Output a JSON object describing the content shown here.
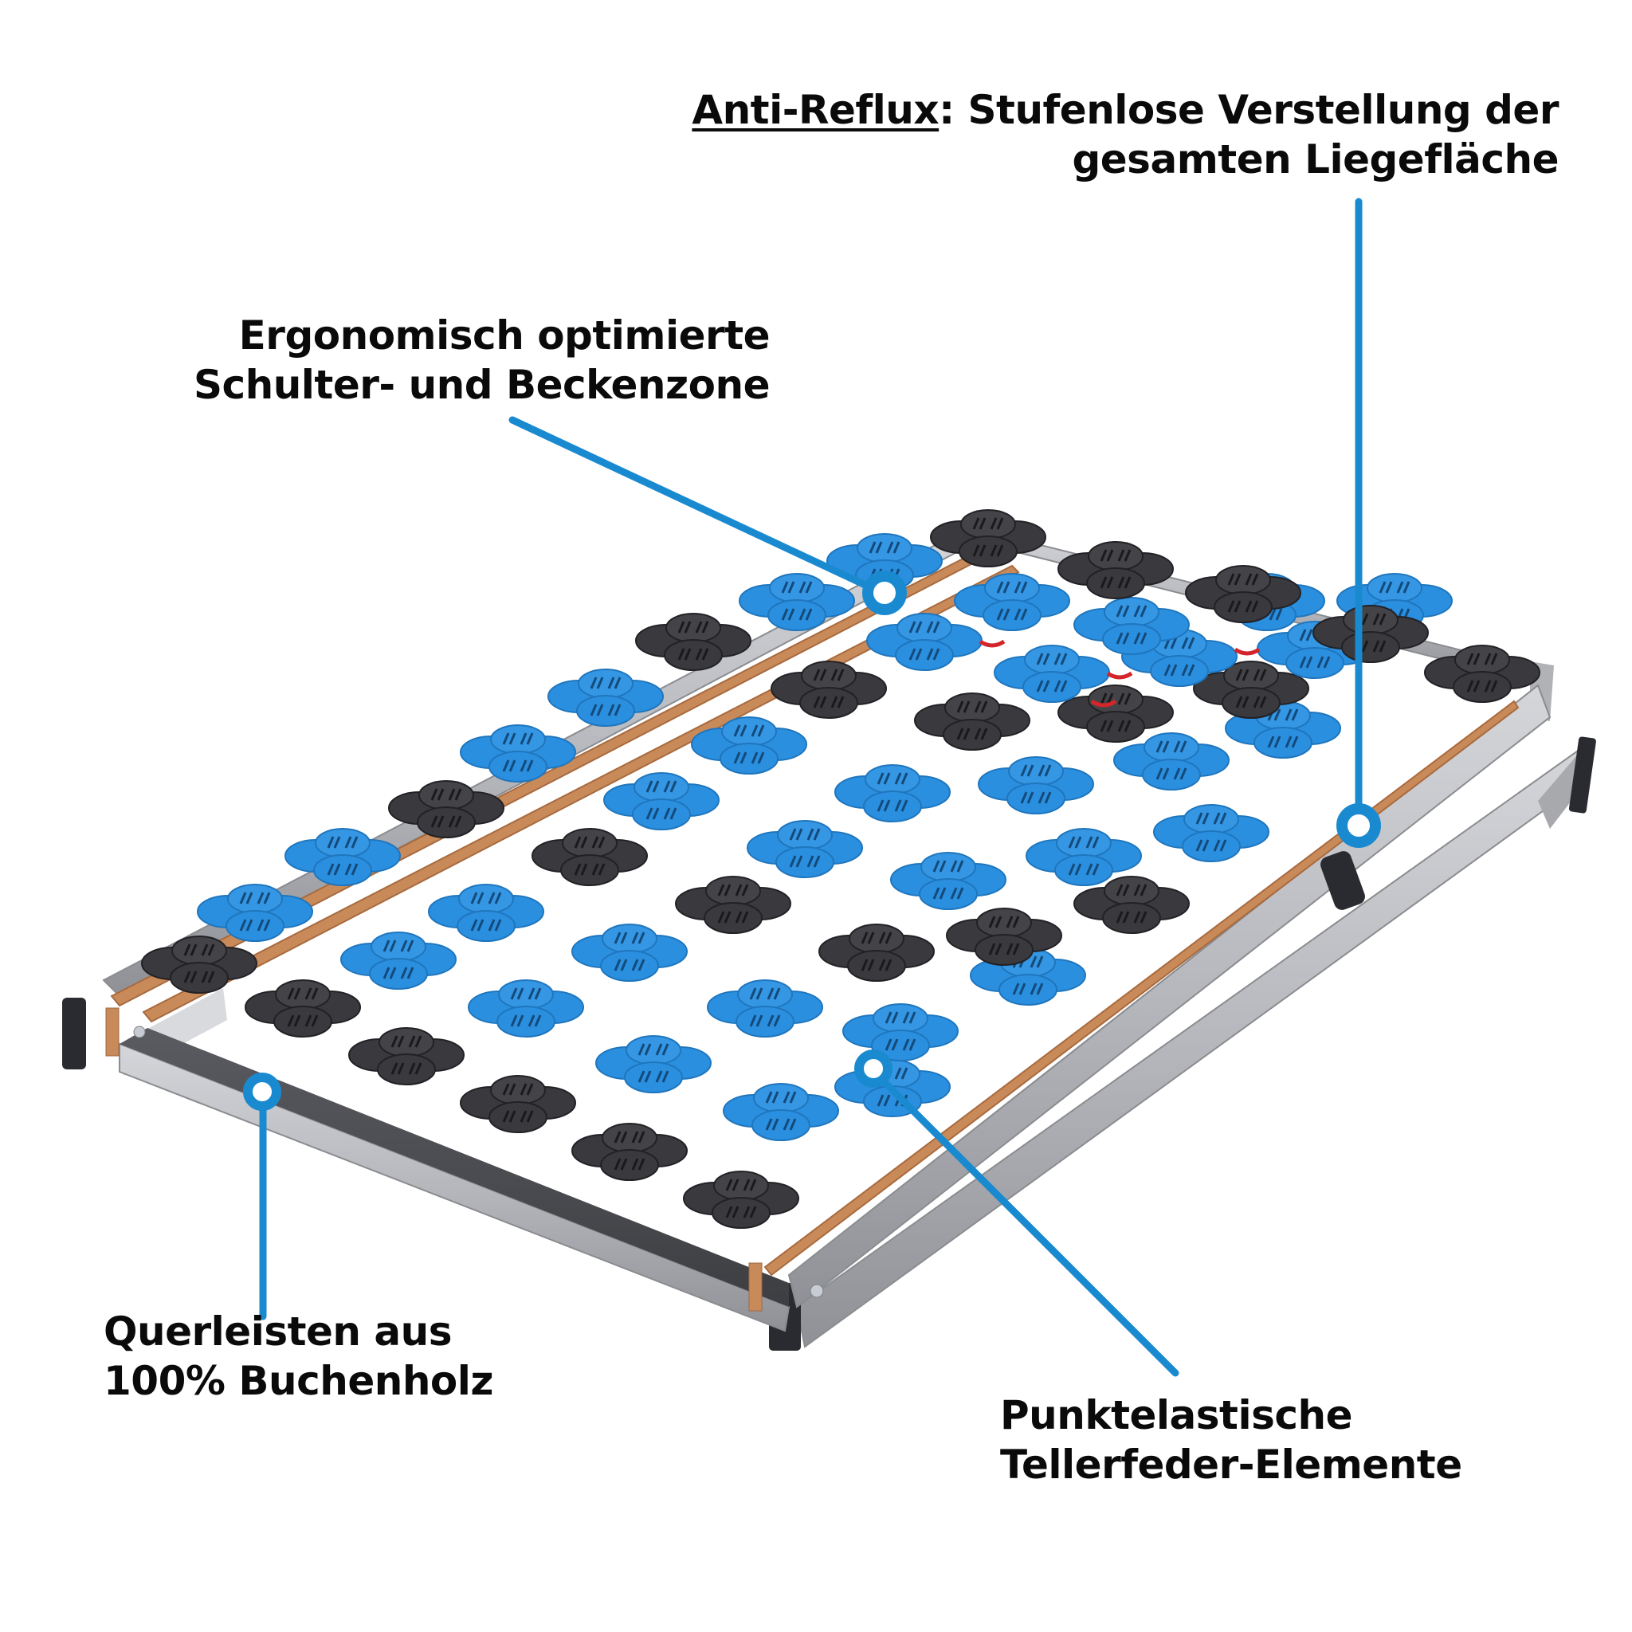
{
  "product": {
    "type": "slatted bed frame (Lattenrost) with adjustable head/foot section",
    "colors": {
      "accent_blue": "#1a8ad0",
      "spring_blue": "#2b8fe0",
      "spring_black": "#3a3a3e",
      "frame_silver": "#b9bbbf",
      "slat_wood": "#c98a5a",
      "end_cap_black": "#2a2b30",
      "text": "#0a0a0a",
      "background": "#ffffff"
    }
  },
  "callouts": [
    {
      "id": "anti-reflux",
      "title_underlined": "Anti-Reflux",
      "title_rest": ": Stufenlose Verstellung der",
      "line2": "gesamten Liegefläche",
      "marker_icon": "ring-dot-icon"
    },
    {
      "id": "ergonomisch",
      "line1": "Ergonomisch optimierte",
      "line2": "Schulter- und Beckenzone",
      "marker_icon": "ring-dot-icon"
    },
    {
      "id": "querleisten",
      "line1": "Querleisten aus",
      "line2": "100% Buchenholz",
      "marker_icon": "ring-dot-icon"
    },
    {
      "id": "punktelastisch",
      "line1": "Punktelastische",
      "line2": "Tellerfeder-Elemente",
      "marker_icon": "ring-dot-icon"
    }
  ]
}
